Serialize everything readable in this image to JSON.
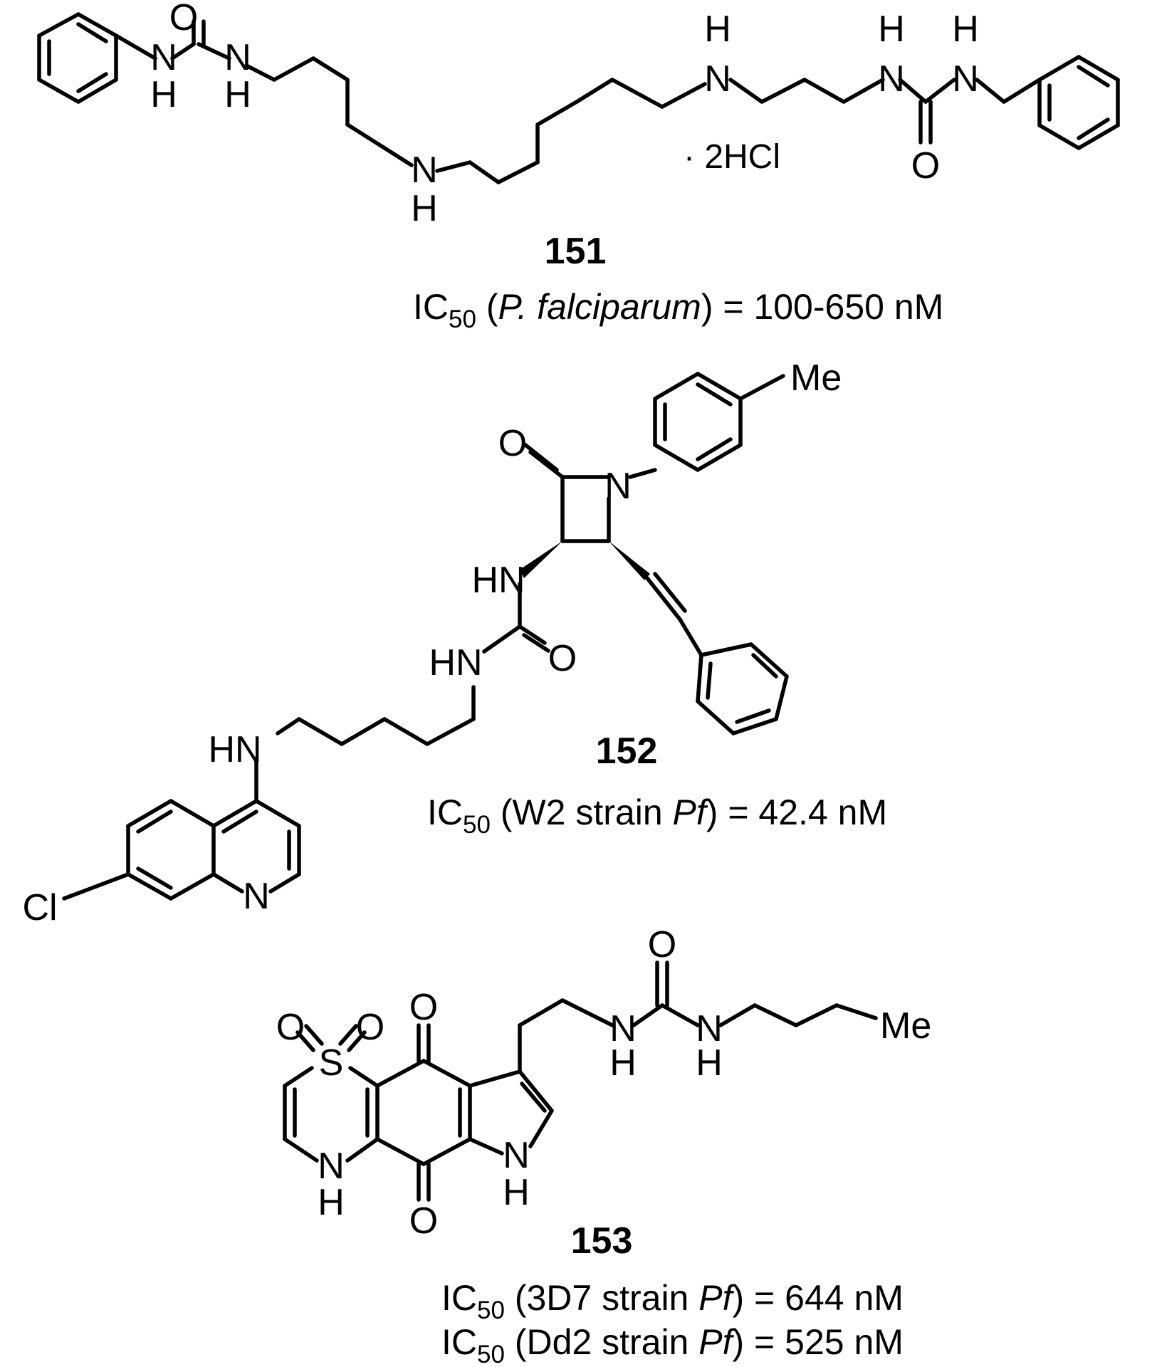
{
  "compounds": [
    {
      "id": "151",
      "salt": "· 2HCl",
      "activity": [
        {
          "prefix": "IC",
          "sub": "50",
          "open": " (",
          "italic": "P. falciparum",
          "plain": "",
          "close": ") = 100-650 nM"
        }
      ]
    },
    {
      "id": "152",
      "activity": [
        {
          "prefix": "IC",
          "sub": "50",
          "open": " (",
          "plain": "W2 strain ",
          "italic": "Pf",
          "close": ") = 42.4 nM"
        }
      ]
    },
    {
      "id": "153",
      "activity": [
        {
          "prefix": "IC",
          "sub": "50",
          "open": " (",
          "plain": "3D7 strain ",
          "italic": "Pf",
          "close": ") = 644 nM"
        },
        {
          "prefix": "IC",
          "sub": "50",
          "open": " (",
          "plain": "Dd2 strain ",
          "italic": "Pf",
          "close": ") = 525 nM"
        }
      ]
    }
  ],
  "atoms": {
    "O": "O",
    "N": "N",
    "H": "H",
    "S": "S",
    "Cl": "Cl",
    "Me": "Me",
    "HN": "HN"
  }
}
